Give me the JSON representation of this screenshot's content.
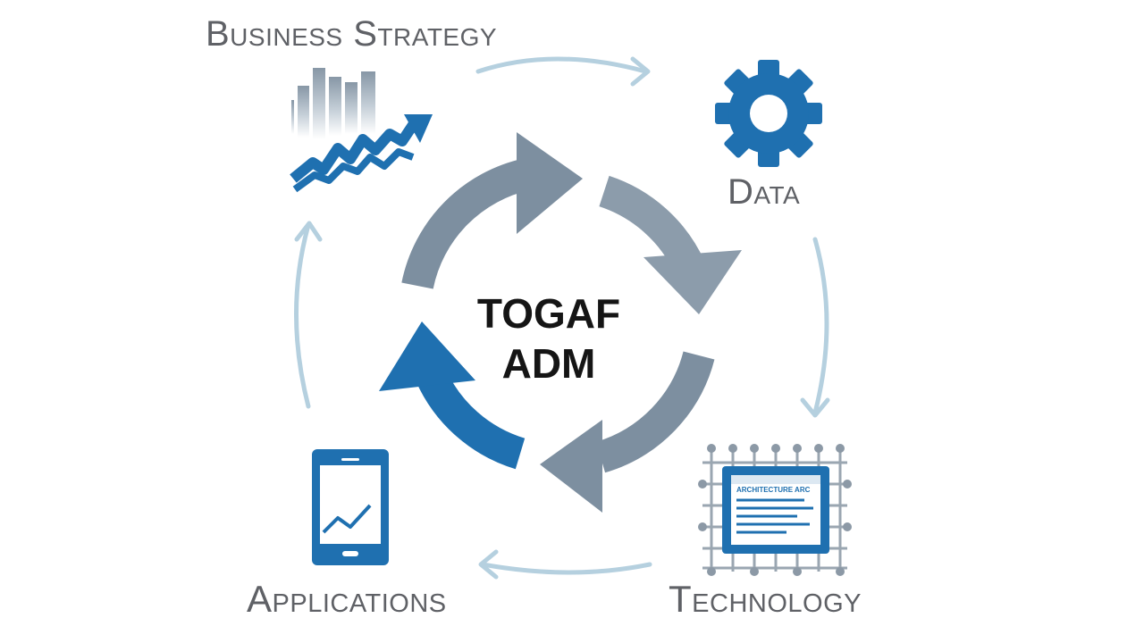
{
  "center": {
    "line1": "TOGAF",
    "line2": "ADM"
  },
  "phases": {
    "business_strategy": "Business Strategy",
    "data": "Data",
    "technology": "Technology",
    "applications": "Applications"
  },
  "tech_screen_text": "ARCHITECTURE ARC",
  "colors": {
    "primary_blue": "#1f70b0",
    "dark_blue": "#135a94",
    "slate": "#7d8fa0",
    "slate_light": "#9aabbb",
    "outer_arrow": "#b5d0df",
    "label_grey": "#5f6166",
    "title_black": "#151515"
  },
  "icons": {
    "business_strategy": "bar-chart-trend-icon",
    "data": "gear-icon",
    "technology": "chip-icon",
    "applications": "tablet-chart-icon"
  }
}
